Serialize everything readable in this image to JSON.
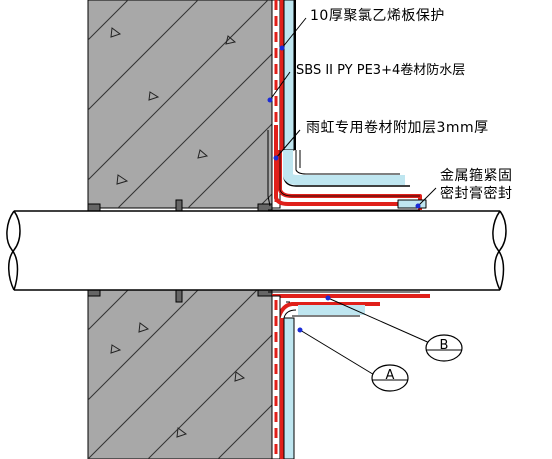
{
  "labels": {
    "protect_board": "10厚聚氯乙烯板保护",
    "membrane": "SBS II PY  PE3+4卷材防水层",
    "additional_layer": "雨虹专用卷材附加层3mm厚",
    "clamp_line1": "金属箍紧固",
    "clamp_line2": "密封膏密封",
    "callout_a": "A",
    "callout_b": "B"
  },
  "colors": {
    "concrete_fill": "#a8a8a8",
    "hatch": "#333333",
    "waterproof_red": "#e0201a",
    "protect_board_cyan": "#bfe6f0",
    "pipe_stroke": "#000000",
    "leader_blue": "#1a2bd6"
  }
}
